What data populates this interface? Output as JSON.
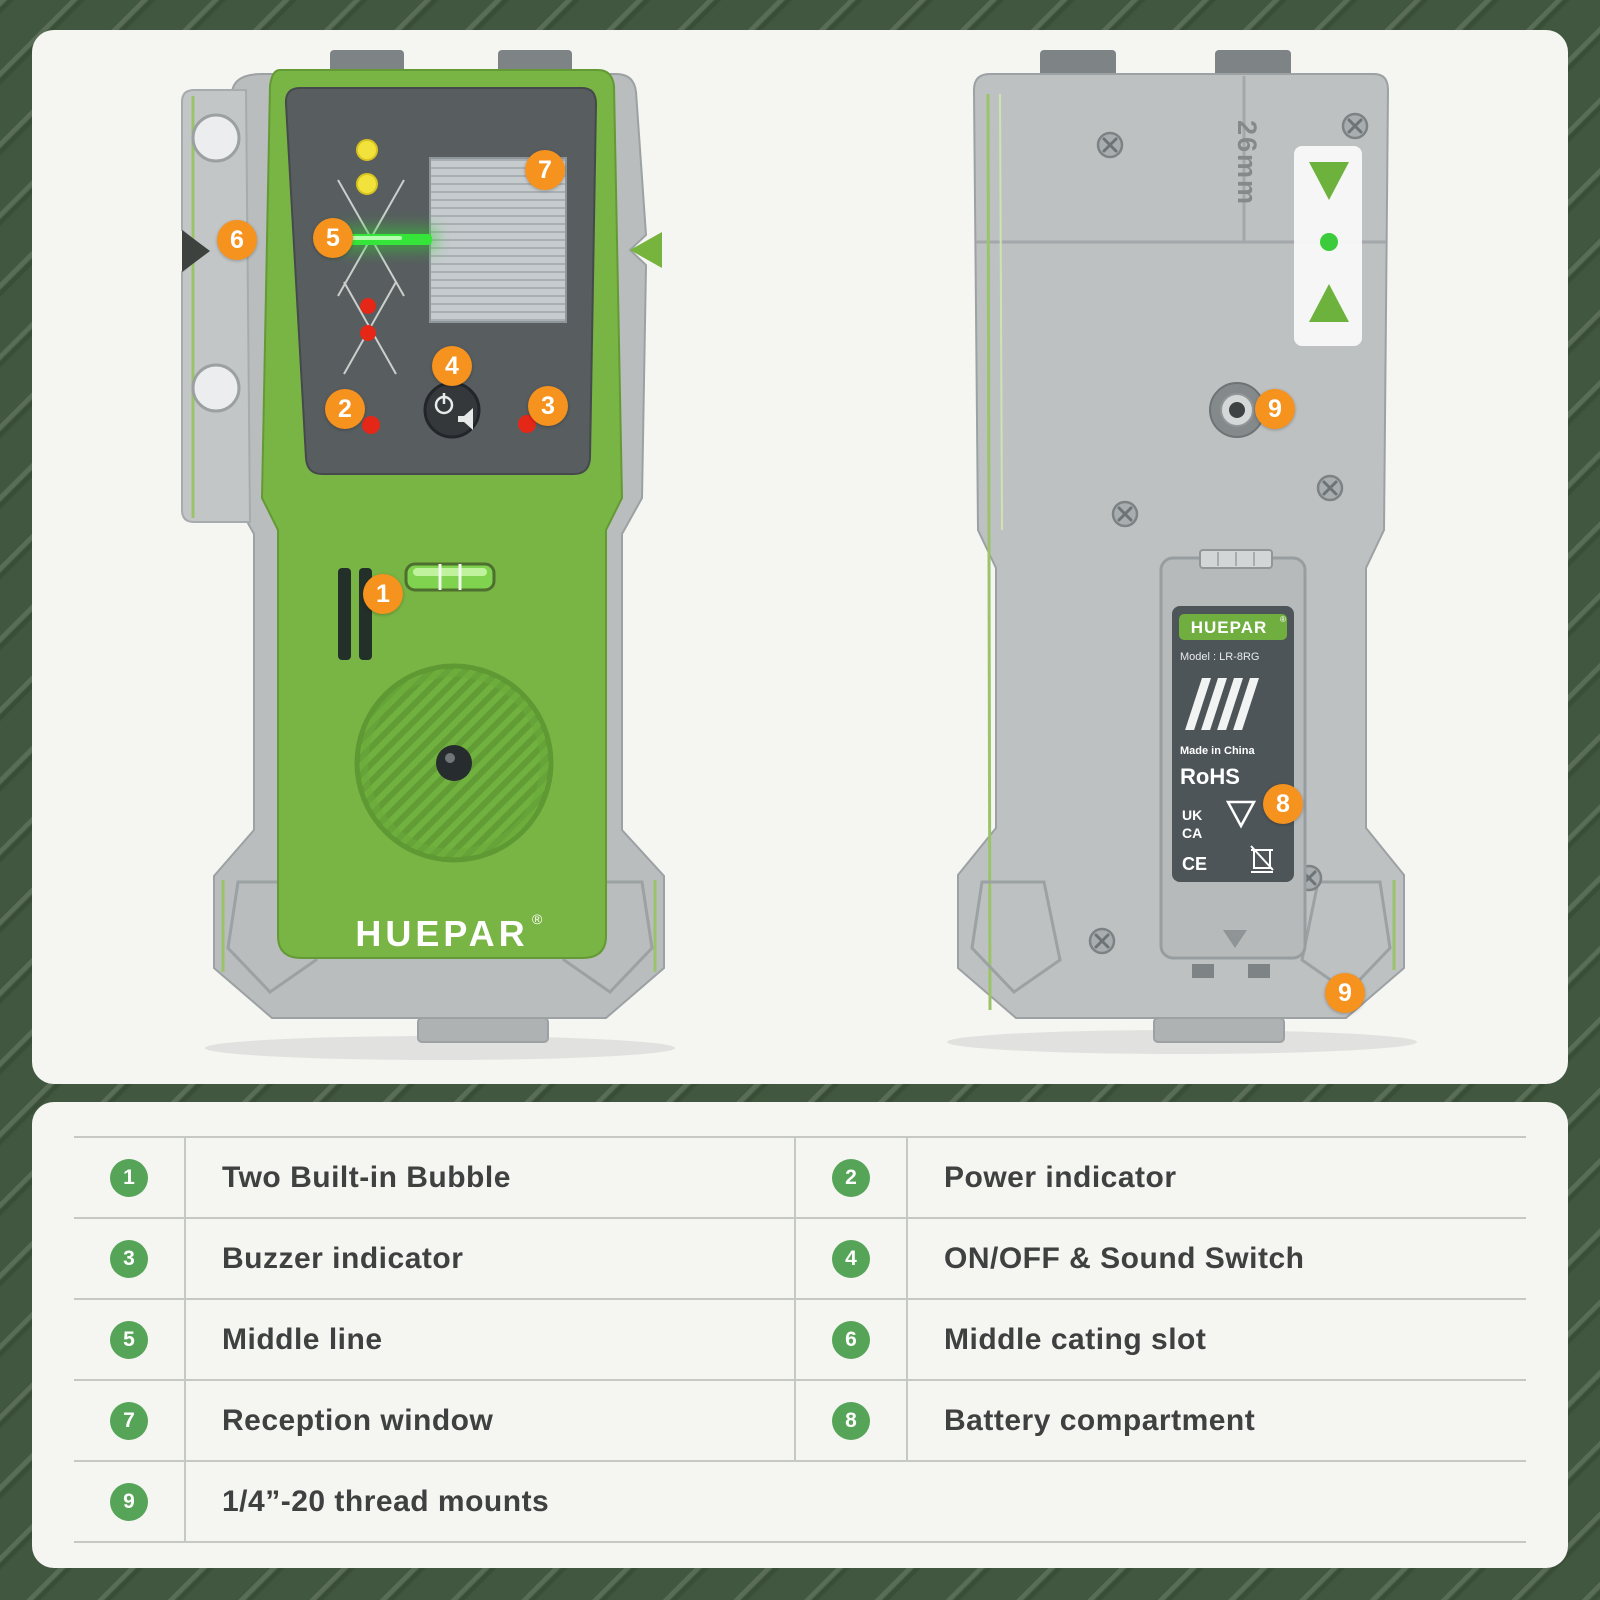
{
  "scene": {
    "background_color": "#42573F",
    "card_color": "#F5F5F2",
    "callout_color": "#F6921E",
    "brand_green": "#76B43E",
    "table_badge_color": "#56A458"
  },
  "front_view": {
    "logo": "HUEPAR",
    "logo_reg": "®",
    "callouts": {
      "c1": "1",
      "c2": "2",
      "c3": "3",
      "c4": "4",
      "c5": "5",
      "c6": "6",
      "c7": "7"
    }
  },
  "back_view": {
    "dimension": "26mm",
    "label": {
      "brand": "HUEPAR",
      "brand_reg": "®",
      "model": "Model : LR-8RG",
      "made_in": "Made in China",
      "rohs": "RoHS",
      "uk": "UK",
      "ca": "CA",
      "ce": "CE"
    },
    "callouts": {
      "c9_top": "9",
      "c8": "8",
      "c9_bottom": "9"
    }
  },
  "table": {
    "items": [
      {
        "num": "1",
        "label": "Two Built-in Bubble"
      },
      {
        "num": "2",
        "label": "Power indicator"
      },
      {
        "num": "3",
        "label": "Buzzer indicator"
      },
      {
        "num": "4",
        "label": "ON/OFF & Sound Switch"
      },
      {
        "num": "5",
        "label": "Middle line"
      },
      {
        "num": "6",
        "label": "Middle cating slot"
      },
      {
        "num": "7",
        "label": "Reception window"
      },
      {
        "num": "8",
        "label": "Battery compartment"
      },
      {
        "num": "9",
        "label": "1/4”-20 thread mounts"
      }
    ]
  }
}
